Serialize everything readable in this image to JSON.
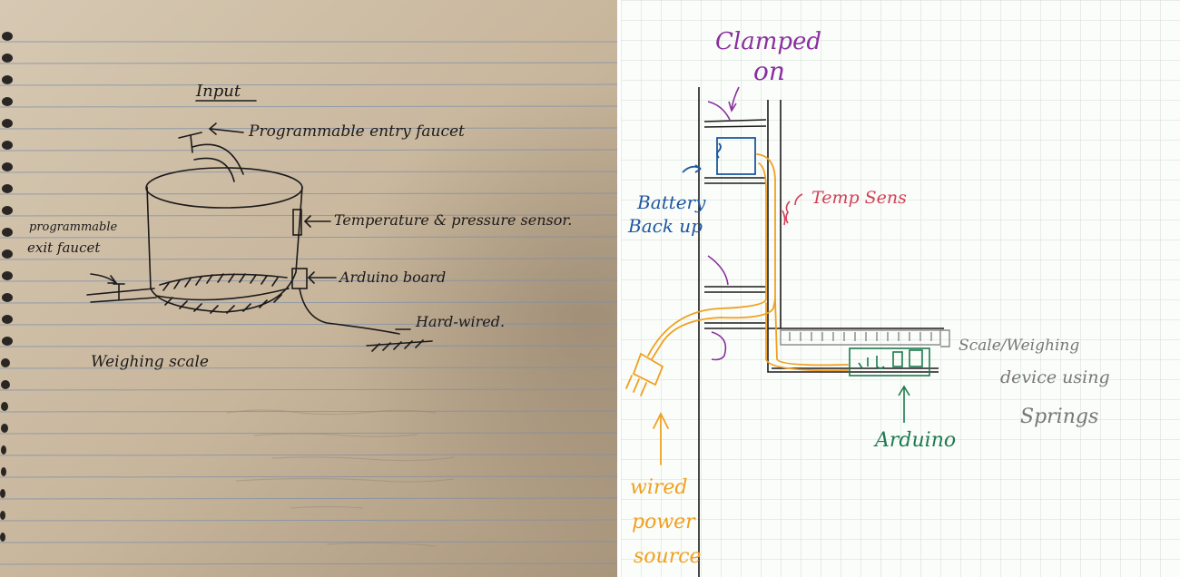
{
  "left_sketch": {
    "heading": "Input",
    "entry_faucet": "Programmable entry faucet",
    "sensor": "Temperature & pressure sensor.",
    "exit_faucet_line1": "programmable",
    "exit_faucet_line2": "exit faucet",
    "arduino": "Arduino board",
    "hard_wired": "Hard-wired.",
    "weighing_scale": "Weighing scale"
  },
  "right_sketch": {
    "clamped_line1": "Clamped",
    "clamped_line2": "on",
    "battery_line1": "Battery",
    "battery_line2": "Back up",
    "temp_sens": "Temp Sens",
    "scale_line1": "Scale/Weighing",
    "scale_line2": "device using",
    "scale_line3": "Springs",
    "arduino": "Arduino",
    "power_line1": "wired",
    "power_line2": "power",
    "power_line3": "source"
  },
  "colors": {
    "paper": "#c9b8a0",
    "paper_shadow": "#b39f86",
    "ink": "#1c1a1a",
    "rule_line": "#7f8fa8",
    "grid": "#d2ddd2",
    "purple": "#8a2fa0",
    "blue": "#1f57a0",
    "red": "#d2405a",
    "green": "#1d7a4e",
    "orange": "#f0a020",
    "gray": "#777777"
  }
}
